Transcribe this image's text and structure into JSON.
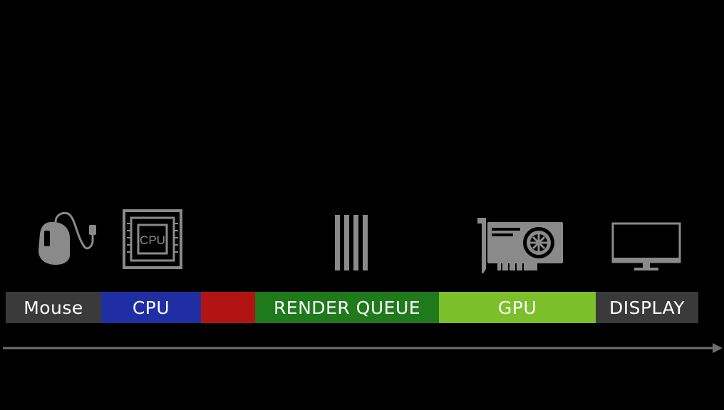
{
  "icons": [
    {
      "name": "mouse-icon"
    },
    {
      "name": "cpu-chip-icon",
      "label": "CPU"
    },
    {
      "name": "render-queue-icon"
    },
    {
      "name": "gpu-card-icon"
    },
    {
      "name": "display-monitor-icon"
    }
  ],
  "pipeline": {
    "segments": [
      {
        "label": "Mouse",
        "color": "#3a3a3a"
      },
      {
        "label": "CPU",
        "color": "#1f2fa3"
      },
      {
        "label": "",
        "color": "#b21414"
      },
      {
        "label": "RENDER QUEUE",
        "color": "#1f7a1c"
      },
      {
        "label": "GPU",
        "color": "#7bbf2a"
      },
      {
        "label": "DISPLAY",
        "color": "#3a3a3a"
      }
    ]
  },
  "colors": {
    "background": "#000000",
    "icon": "#8a8a8a",
    "arrow": "#6e6e6e"
  }
}
